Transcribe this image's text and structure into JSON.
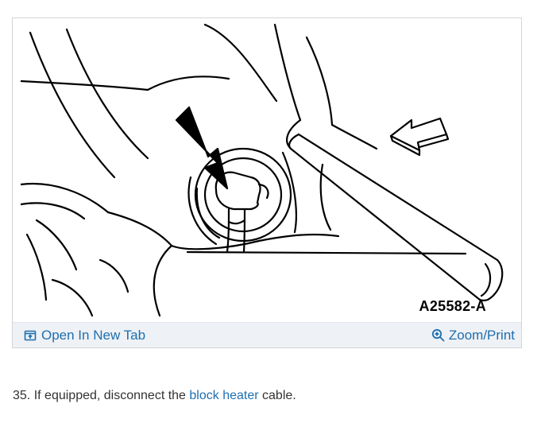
{
  "figure": {
    "code": "A25582-A",
    "toolbar": {
      "open_new_tab": "Open In New Tab",
      "zoom_print": "Zoom/Print"
    },
    "icons": {
      "open_new_tab": "open-new-tab-icon",
      "zoom": "zoom-magnifier-icon"
    }
  },
  "step": {
    "number": "35.",
    "text_before": "If equipped, disconnect the",
    "link_text": "block heater",
    "text_after": "cable."
  },
  "colors": {
    "link": "#1e6fb0",
    "toolbar_bg": "#eef1f5",
    "body_text": "#333333"
  }
}
